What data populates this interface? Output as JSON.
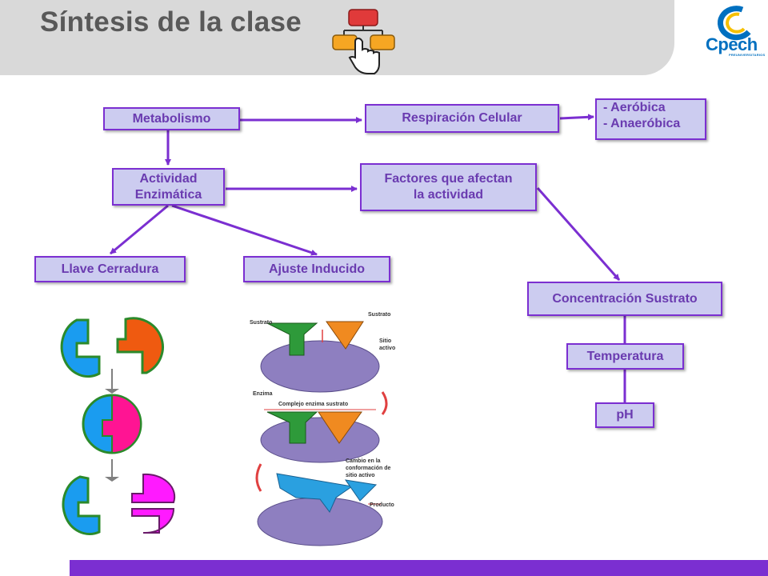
{
  "header": {
    "title": "Síntesis de la clase"
  },
  "logo": {
    "name": "Cpech",
    "sub": "PREUNIVERSITARIOS"
  },
  "nodes": {
    "metabolismo": "Metabolismo",
    "respiracion": "Respiración Celular",
    "aerobica": "- Aeróbica",
    "anaerobica": "- Anaeróbica",
    "actividad_line1": "Actividad",
    "actividad_line2": "Enzimática",
    "factores_line1": "Factores que afectan",
    "factores_line2": "la actividad",
    "llave": "Llave Cerradura",
    "ajuste": "Ajuste Inducido",
    "concentracion": "Concentración Sustrato",
    "temperatura": "Temperatura",
    "ph": "pH"
  },
  "induced_fit_labels": {
    "sustrato_left": "Sustrato",
    "sustrato_right": "Sustrato",
    "sitio": "Sitio",
    "activo": "activo",
    "enzima": "Enzima",
    "complejo": "Complejo enzima sustrato",
    "cambio_1": "Cambio en la",
    "cambio_2": "conformación de",
    "cambio_3": "sitio activo",
    "producto": "Producto"
  },
  "colors": {
    "accent": "#7b2fd1",
    "node_fill": "#ccccf0",
    "node_text": "#6a3bb0",
    "header": "#d9d9d9"
  }
}
